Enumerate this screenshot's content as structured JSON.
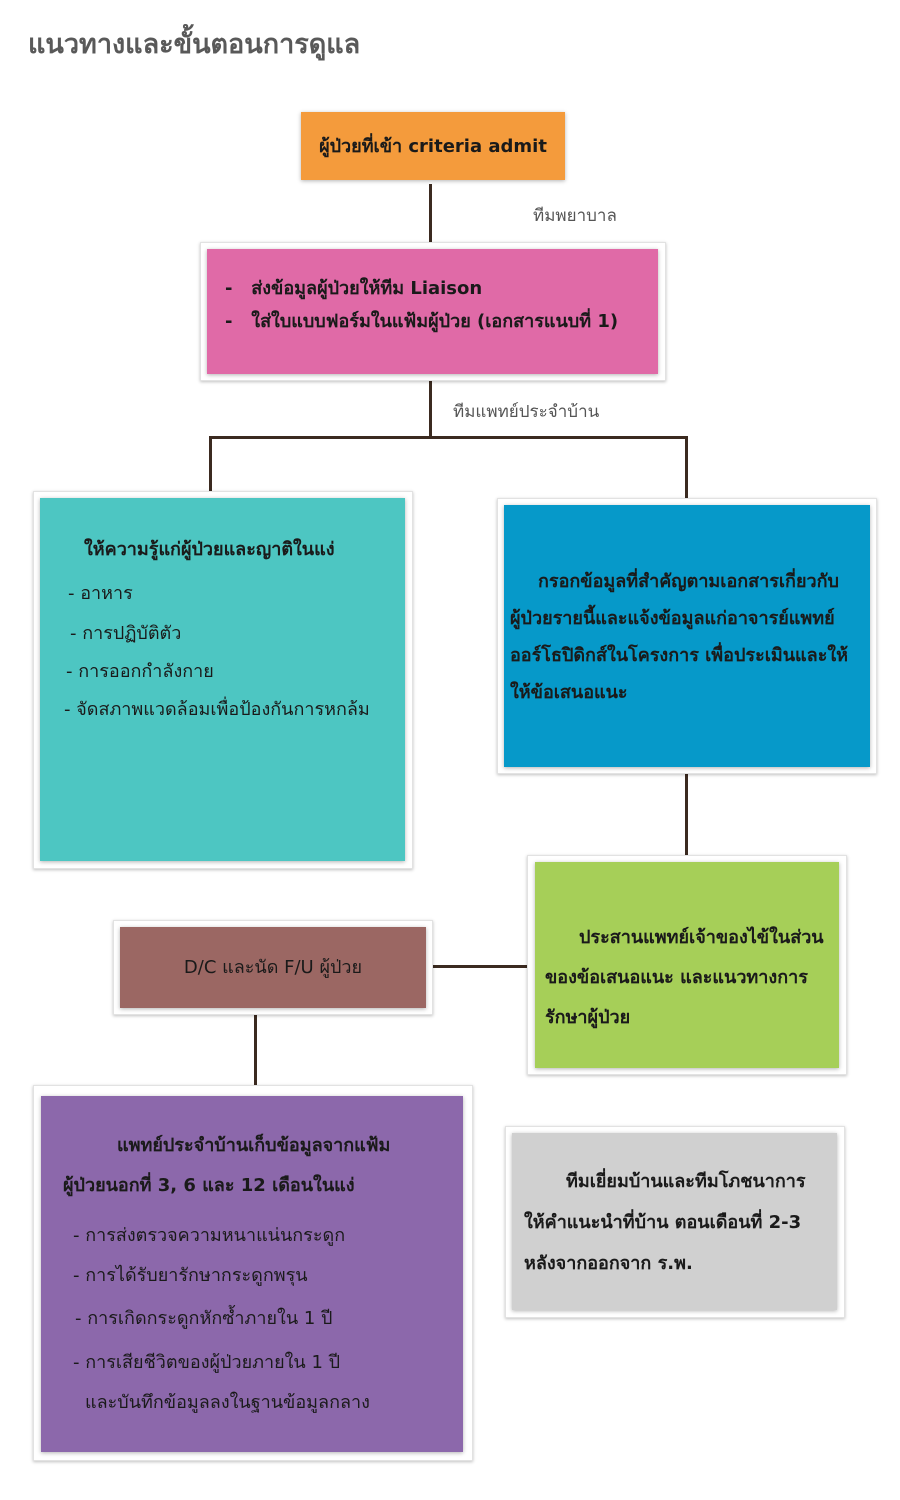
{
  "title": "แนวทางและขั้นตอนการดูแล",
  "nodes": {
    "admit": {
      "text": "ผู้ป่วยที่เข้า criteria admit",
      "color": "#f49b3c"
    },
    "liaison": {
      "items": [
        "ส่งข้อมูลผู้ป่วยให้ทีม Liaison",
        "ใส่ใบแบบฟอร์มในแฟ้มผู้ป่วย (เอกสารแนบที่ 1)"
      ],
      "color": "#e06aa7"
    },
    "education": {
      "heading": "ให้ความรู้แก่ผู้ป่วยและญาติในแง่",
      "items": [
        "- อาหาร",
        "- การปฏิบัติตัว",
        "- การออกกำลังกาย",
        "- จัดสภาพแวดล้อมเพื่อป้องกันการหกล้ม"
      ],
      "color": "#4dc6c2"
    },
    "data_entry": {
      "lines": [
        "กรอกข้อมูลที่สำคัญตามเอกสารเกี่ยวกับ",
        "ผู้ป่วยรายนี้และแจ้งข้อมูลแก่อาจารย์แพทย์",
        "ออร์โธปิดิกส์ในโครงการ เพื่อประเมินและให้",
        "ให้ข้อเสนอแนะ"
      ],
      "color": "#0699c9"
    },
    "coordinate": {
      "lines": [
        "ประสานแพทย์เจ้าของไข้ในส่วน",
        "ของข้อเสนอแนะ และแนวทางการ",
        "รักษาผู้ป่วย"
      ],
      "color": "#a6cf58"
    },
    "discharge": {
      "text": "D/C และนัด F/U ผู้ป่วย",
      "color": "#9b6763"
    },
    "followup": {
      "lines": [
        "แพทย์ประจำบ้านเก็บข้อมูลจากแฟ้ม",
        "ผู้ป่วยนอกที่ 3, 6 และ 12 เดือนในแง่"
      ],
      "items": [
        "- การส่งตรวจความหนาแน่นกระดูก",
        "- การได้รับยารักษากระดูกพรุน",
        "- การเกิดกระดูกหักซ้ำภายใน 1 ปี",
        "- การเสียชีวิตของผู้ป่วยภายใน 1 ปี",
        "และบันทึกข้อมูลลงในฐานข้อมูลกลาง"
      ],
      "color": "#8c68ab"
    },
    "home_visit": {
      "lines": [
        "ทีมเยี่ยมบ้านและทีมโภชนาการ",
        "ให้คำแนะนำที่บ้าน ตอนเดือนที่ 2-3",
        "หลังจากออกจาก ร.พ."
      ],
      "color": "#d0d0d0"
    }
  },
  "edge_labels": {
    "nurse_team": "ทีมพยาบาล",
    "resident_team": "ทีมแพทย์ประจำบ้าน"
  }
}
